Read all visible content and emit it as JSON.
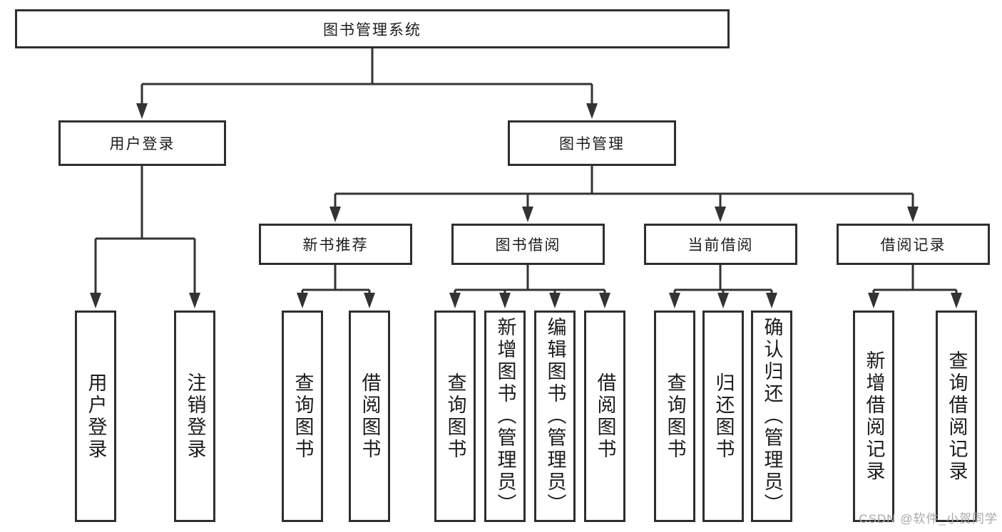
{
  "diagram": {
    "root": {
      "label": "图书管理系统"
    },
    "level2": [
      {
        "label": "用户登录",
        "children": [
          {
            "label": "用户登录"
          },
          {
            "label": "注销登录"
          }
        ]
      },
      {
        "label": "图书管理",
        "sections": [
          {
            "label": "新书推荐",
            "children": [
              {
                "label": "查询图书"
              },
              {
                "label": "借阅图书"
              }
            ]
          },
          {
            "label": "图书借阅",
            "children": [
              {
                "label": "查询图书"
              },
              {
                "label": "新增图书（管理员）"
              },
              {
                "label": "编辑图书（管理员）"
              },
              {
                "label": "借阅图书"
              }
            ]
          },
          {
            "label": "当前借阅",
            "children": [
              {
                "label": "查询图书"
              },
              {
                "label": "归还图书"
              },
              {
                "label": "确认归还（管理员）"
              }
            ]
          },
          {
            "label": "借阅记录",
            "children": [
              {
                "label": "新增借阅记录"
              },
              {
                "label": "查询借阅记录"
              }
            ]
          }
        ]
      }
    ]
  },
  "watermark": {
    "text": "CSDN @软件_小贺同学"
  },
  "colors": {
    "line": "#333333",
    "border": "#2e2e2e",
    "text": "#1c1c1c",
    "watermark": "#a9a9a9"
  }
}
